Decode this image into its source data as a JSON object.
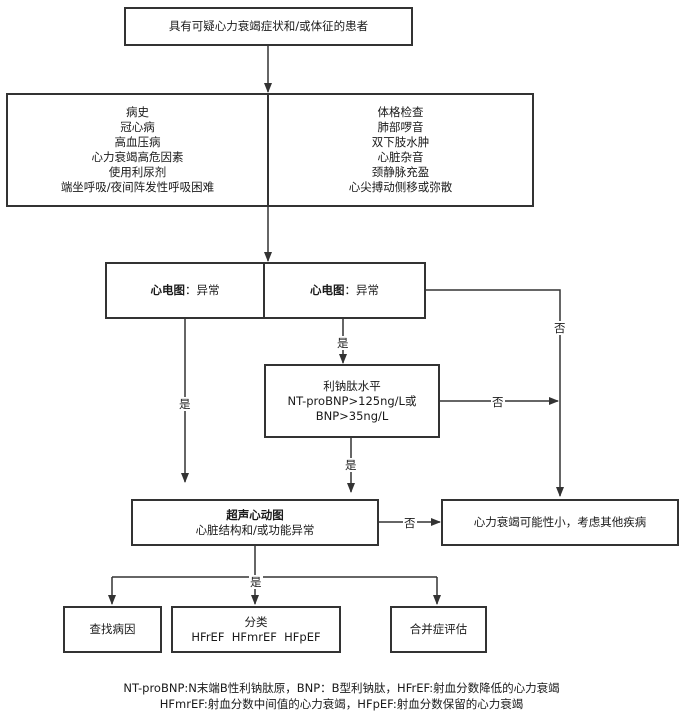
{
  "nodes": {
    "patient": "具有可疑心力衰竭症状和/或体征的患者",
    "history": [
      "病史",
      "冠心病",
      "高血压病",
      "心力衰竭高危因素",
      "使用利尿剂",
      "端坐呼吸/夜间阵发性呼吸困难"
    ],
    "exam": [
      "体格检查",
      "肺部啰音",
      "双下肢水肿",
      "心脏杂音",
      "颈静脉充盈",
      "心尖搏动侧移或弥散"
    ],
    "ecg_left": {
      "bold": "心电图",
      "rest": "：异常"
    },
    "ecg_right": {
      "bold": "心电图",
      "rest": "：异常"
    },
    "bnp": [
      "利钠肽水平",
      "NT-proBNP>125ng/L或",
      "BNP>35ng/L"
    ],
    "echo": {
      "title": "超声心动图",
      "sub": "心脏结构和/或功能异常"
    },
    "unlikely": "心力衰竭可能性小，考虑其他疾病",
    "cause": "查找病因",
    "classify": {
      "title": "分类",
      "sub": "HFrEF  HFmrEF  HFpEF"
    },
    "comorbid": "合并症评估"
  },
  "edge_labels": {
    "yes_left": "是",
    "yes_to_bnp": "是",
    "no_ecg": "否",
    "no_bnp": "否",
    "yes_bnp": "是",
    "no_echo": "否",
    "yes_echo": "是"
  },
  "footnote": [
    "NT-proBNP:N末端B性利钠肽原，BNP：B型利钠肽，HFrEF:射血分数降低的心力衰竭",
    "HFmrEF:射血分数中间值的心力衰竭，HFpEF:射血分数保留的心力衰竭"
  ],
  "colors": {
    "line": "#333333",
    "text": "#1a1a1a"
  }
}
